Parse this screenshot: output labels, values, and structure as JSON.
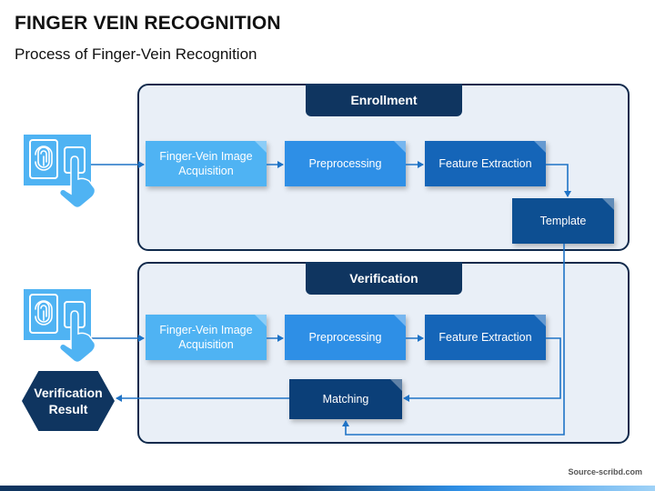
{
  "header": {
    "title": "FINGER VEIN RECOGNITION",
    "subtitle": "Process of Finger-Vein Recognition"
  },
  "enrollment": {
    "label": "Enrollment",
    "steps": [
      "Finger-Vein Image Acquisition",
      "Preprocessing",
      "Feature Extraction"
    ],
    "template": "Template"
  },
  "verification": {
    "label": "Verification",
    "steps": [
      "Finger-Vein Image Acquisition",
      "Preprocessing",
      "Feature Extraction"
    ],
    "matching": "Matching",
    "result": "Verification Result"
  },
  "footer": {
    "source": "Source-scribd.com"
  },
  "colors": {
    "navy": "#0f3560",
    "connector": "#1f73c6",
    "light_blue": "#4fb3f3",
    "mid_blue": "#2e8fe6",
    "section_bg": "#e9eff7"
  },
  "icons": [
    "fingerprint-scanner-icon",
    "fingerprint-scanner-icon"
  ]
}
